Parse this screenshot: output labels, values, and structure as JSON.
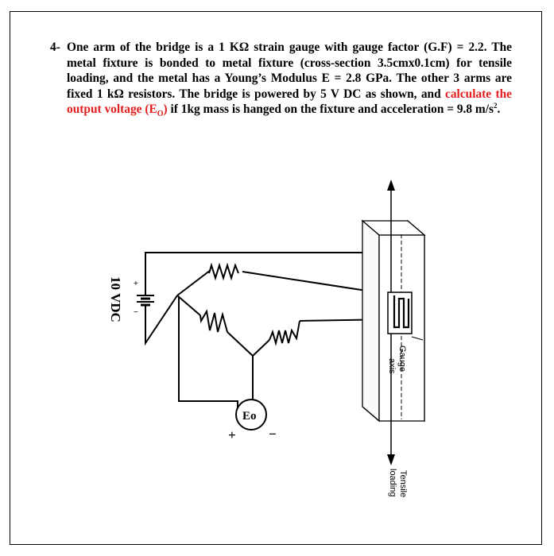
{
  "question": {
    "number": "4-",
    "t1": "One arm of the bridge is a 1 KΩ strain gauge with gauge factor (G.F) = 2.2. The metal fixture is bonded to metal fixture (cross-section 3.5cmx0.1cm) for tensile loading, and the metal has a Young’s Modulus E = 2.8 GPa. The other 3 arms are fixed 1 kΩ resistors. The bridge is powered by 5 V DC as shown, and ",
    "highlight": "calculate the output voltage (E",
    "highlight_sub": "O",
    "highlight_end": ")",
    "t2": " if 1kg mass is hanged on the fixture and acceleration = 9.8 m/s",
    "sup": "2",
    "end": ".",
    "highlight_color": "#e41e1e"
  },
  "figure": {
    "supply_label": "10 VDC",
    "meter_label": "Eo",
    "plus": "+",
    "minus": "−",
    "battery_plus": "+",
    "battery_minus": "−",
    "gauge_label_1": "Gauge",
    "gauge_label_2": "axis",
    "tensile_label_1": "Tensile",
    "tensile_label_2": "loading"
  }
}
